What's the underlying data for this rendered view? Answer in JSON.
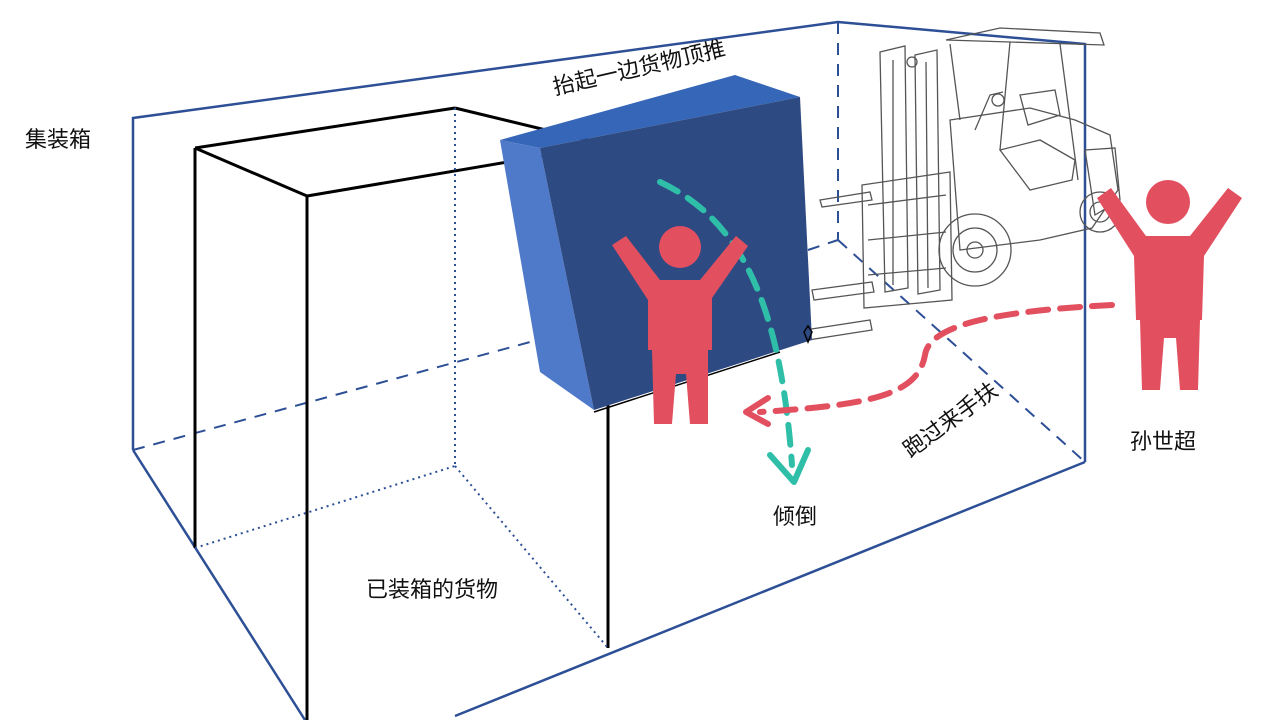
{
  "labels": {
    "container": "集装箱",
    "lift_push": "抬起一边货物顶推",
    "loaded_cargo": "已装箱的货物",
    "tipping": "倾倒",
    "run_to_hold": "跑过来手扶",
    "person_name": "孙世超"
  },
  "colors": {
    "container_line": "#2d4f96",
    "cargo_face": "#2e4a83",
    "cargo_side": "#4f79c9",
    "cargo_top": "#3566b8",
    "person": "#e2505f",
    "tip_arrow": "#2fbfa8",
    "outline": "#000000"
  },
  "icons": {
    "forklift": "forklift-icon",
    "person_center": "person-arms-up-icon",
    "person_right": "person-arms-up-icon"
  }
}
